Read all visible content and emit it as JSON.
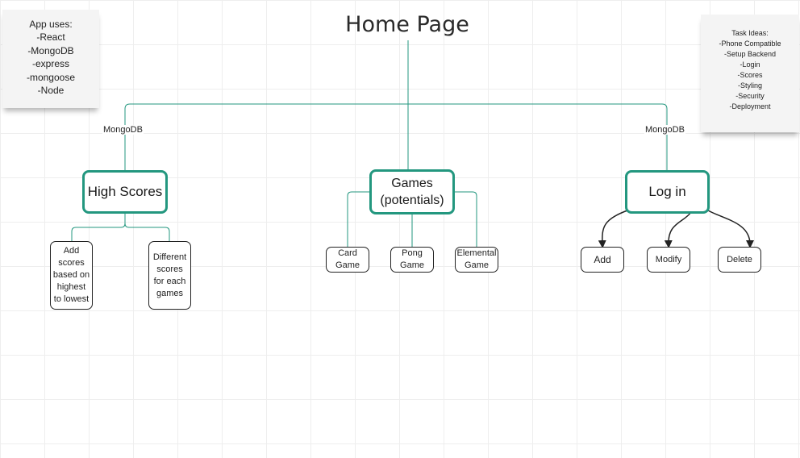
{
  "title": "Home Page",
  "sticky_left": {
    "lines": [
      "App uses:",
      "-React",
      "-MongoDB",
      "-express",
      "-mongoose",
      "-Node"
    ]
  },
  "sticky_right": {
    "lines": [
      "Task Ideas:",
      "-Phone Compatible",
      "-Setup Backend",
      "-Login",
      "-Scores",
      "-Styling",
      "-Security",
      "-Deployment"
    ]
  },
  "edge_labels": {
    "left": "MongoDB",
    "right": "MongoDB"
  },
  "nodes": {
    "high_scores": {
      "lines": [
        "High Scores"
      ]
    },
    "games": {
      "lines": [
        "Games",
        "(potentials)"
      ]
    },
    "login": {
      "lines": [
        "Log in"
      ]
    }
  },
  "high_scores_children": [
    {
      "lines": [
        "Add",
        "scores",
        "based on",
        "highest",
        "to lowest"
      ]
    },
    {
      "lines": [
        "Different",
        "scores",
        "for each",
        "games"
      ]
    }
  ],
  "games_children": [
    {
      "lines": [
        "Card",
        "Game"
      ]
    },
    {
      "lines": [
        "Pong",
        "Game"
      ]
    },
    {
      "lines": [
        "Elemental",
        "Game"
      ]
    }
  ],
  "login_children": [
    {
      "lines": [
        "Add"
      ]
    },
    {
      "lines": [
        "Modify"
      ]
    },
    {
      "lines": [
        "Delete"
      ]
    }
  ],
  "colors": {
    "teal": "#23977f",
    "dark": "#222222"
  }
}
